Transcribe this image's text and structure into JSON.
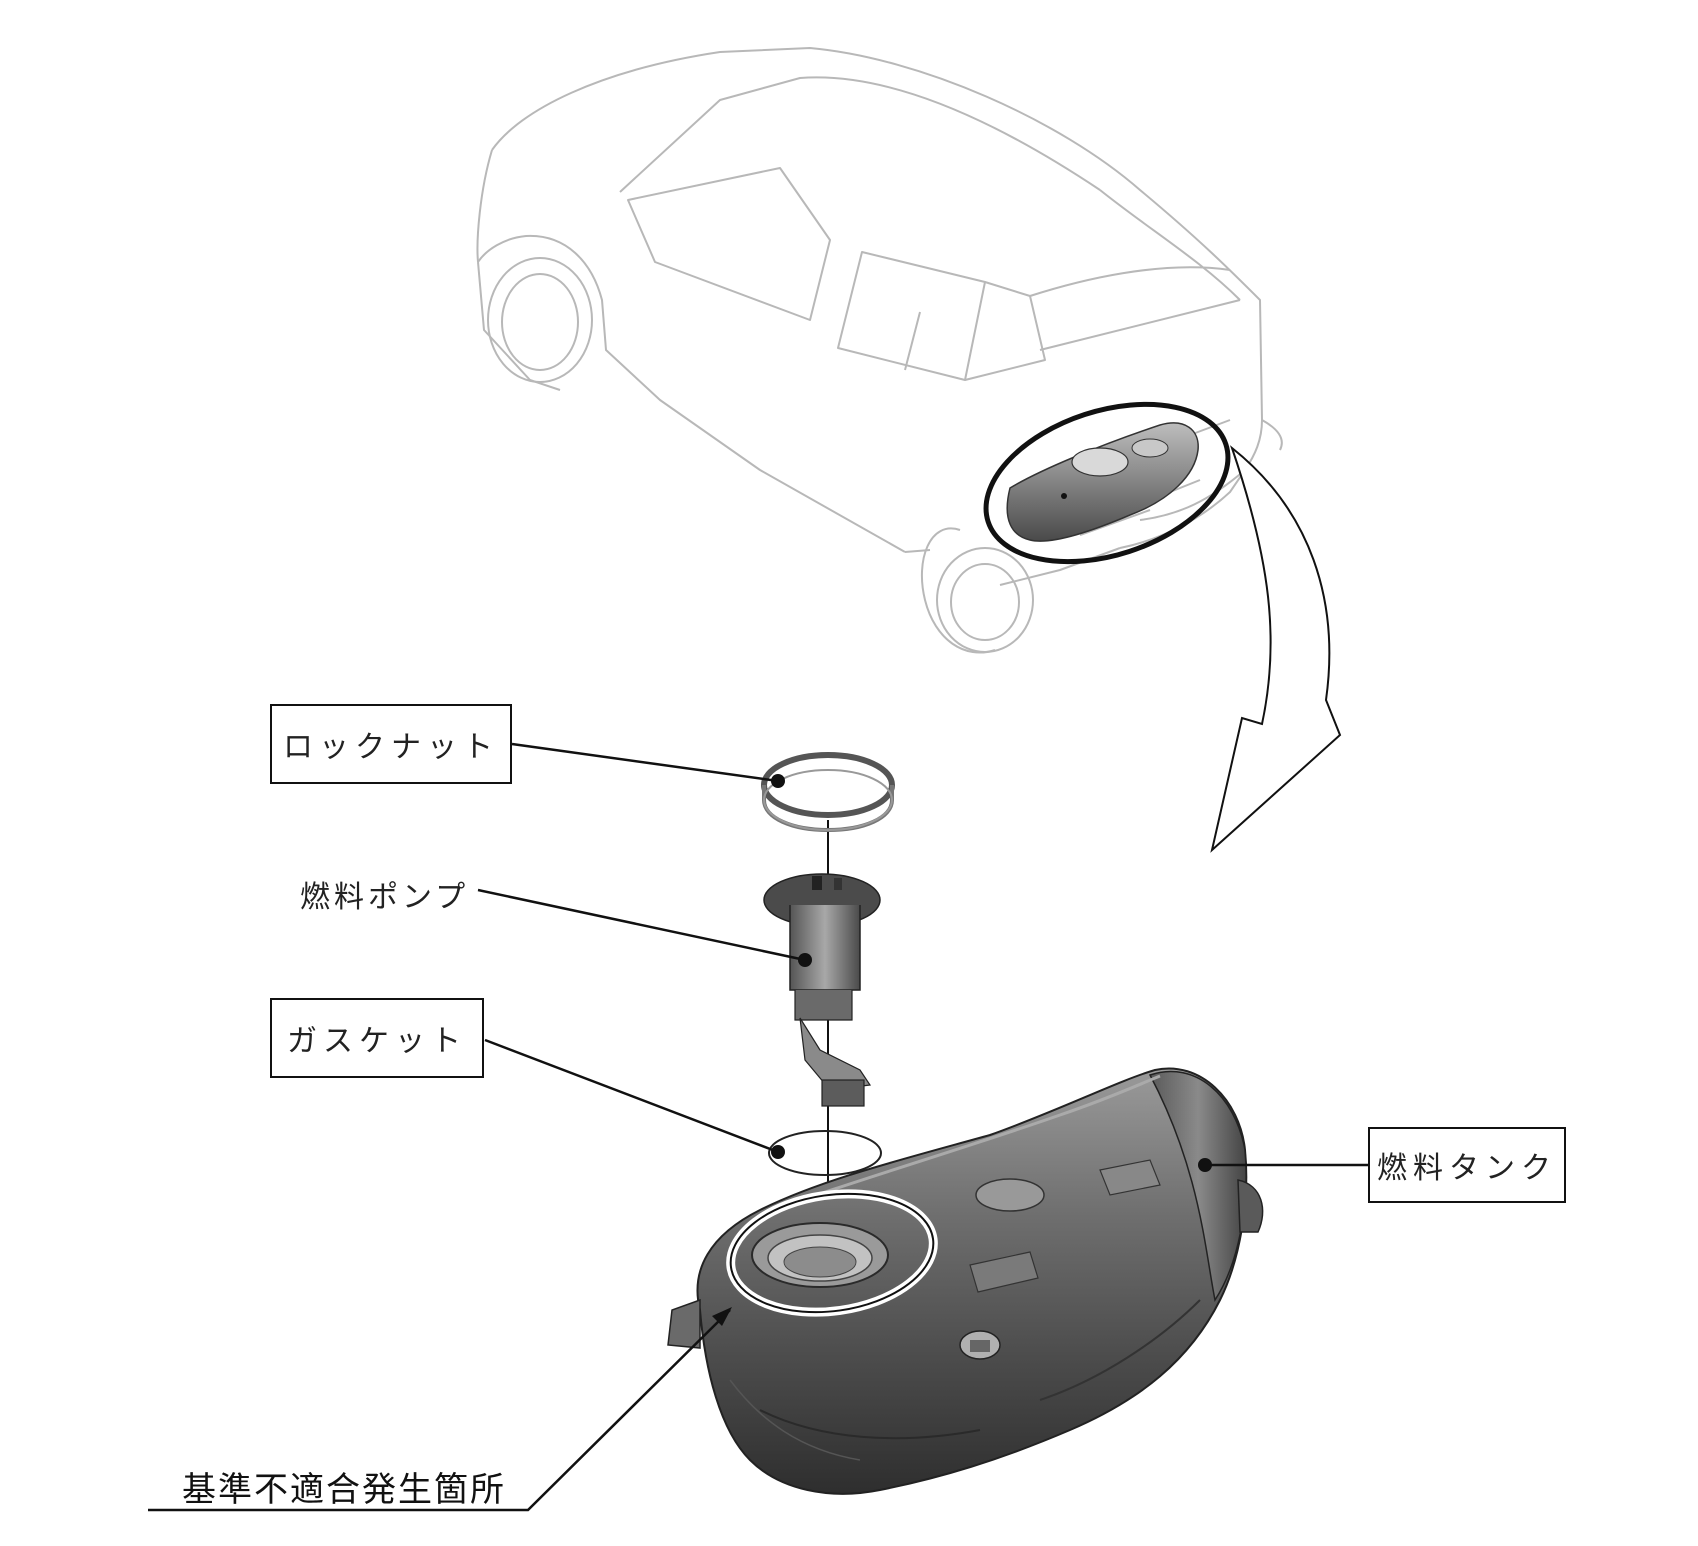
{
  "labels": {
    "lock_nut": "ロックナット",
    "fuel_pump": "燃料ポンプ",
    "gasket": "ガスケット",
    "fuel_tank": "燃料タンク",
    "nonconformity_location": "基準不適合発生箇所"
  },
  "colors": {
    "outline": "#b8b8b8",
    "leader": "#111111",
    "tank_dark": "#3f3f3f",
    "tank_mid": "#7a7a7a",
    "tank_light": "#b5b5b5"
  }
}
